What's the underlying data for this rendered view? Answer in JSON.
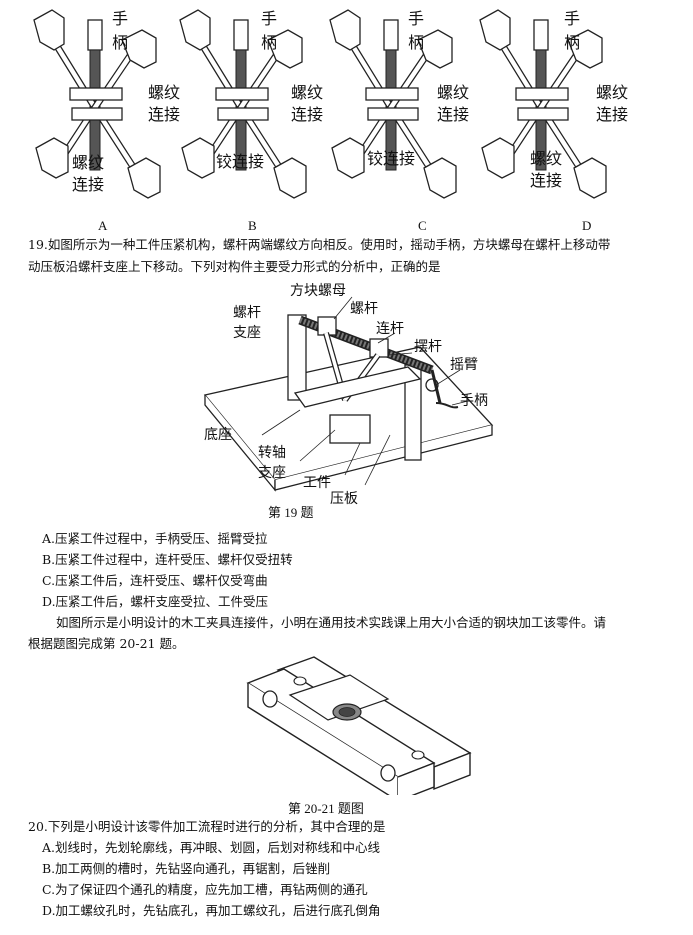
{
  "figures_top": [
    {
      "option": "A",
      "labels": [
        "手",
        "柄",
        "螺纹",
        "连接",
        "螺纹",
        "连接"
      ]
    },
    {
      "option": "B",
      "labels": [
        "手",
        "柄",
        "螺纹",
        "连接",
        "铰连接"
      ]
    },
    {
      "option": "C",
      "labels": [
        "手",
        "柄",
        "螺纹",
        "连接",
        "铰连接"
      ]
    },
    {
      "option": "D",
      "labels": [
        "手",
        "柄",
        "螺纹",
        "连接",
        "螺纹",
        "连接"
      ]
    }
  ],
  "q19": {
    "stem_line1": "19.如图所示为一种工件压紧机构，螺杆两端螺纹方向相反。使用时，摇动手柄，方块螺母在螺杆上移动带",
    "stem_line2": "动压板沿螺杆支座上下移动。下列对构件主要受力形式的分析中，正确的是",
    "figure_labels": {
      "square_nut": "方块螺母",
      "screw_support_1": "螺杆",
      "screw_support_2": "支座",
      "screw": "螺杆",
      "link": "连杆",
      "rocker": "摆杆",
      "arm": "摇臂",
      "handle": "手柄",
      "base": "底座",
      "shaft_support_1": "转轴",
      "shaft_support_2": "支座",
      "workpiece": "工件",
      "plate": "压板"
    },
    "caption": "第 19 题",
    "options": [
      "A.压紧工件过程中，手柄受压、摇臂受拉",
      "B.压紧工件过程中，连杆受压、螺杆仅受扭转",
      "C.压紧工件后，连杆受压、螺杆仅受弯曲",
      "D.压紧工件后，螺杆支座受拉、工件受压"
    ]
  },
  "intro": {
    "line1": "如图所示是小明设计的木工夹具连接件，小明在通用技术实践课上用大小合适的钢块加工该零件。请",
    "line2": "根据题图完成第 20-21 题。"
  },
  "fig2021_caption": "第 20-21 题图",
  "q20": {
    "stem": "20.下列是小明设计该零件加工流程时进行的分析，其中合理的是",
    "options": [
      "A.划线时，先划轮廓线，再冲眼、划圆，后划对称线和中心线",
      "B.加工两侧的槽时，先钻竖向通孔，再锯割，后锉削",
      "C.为了保证四个通孔的精度，应先加工槽，再钻两侧的通孔",
      "D.加工螺纹孔时，先钻底孔，再加工螺纹孔，后进行底孔倒角"
    ]
  }
}
